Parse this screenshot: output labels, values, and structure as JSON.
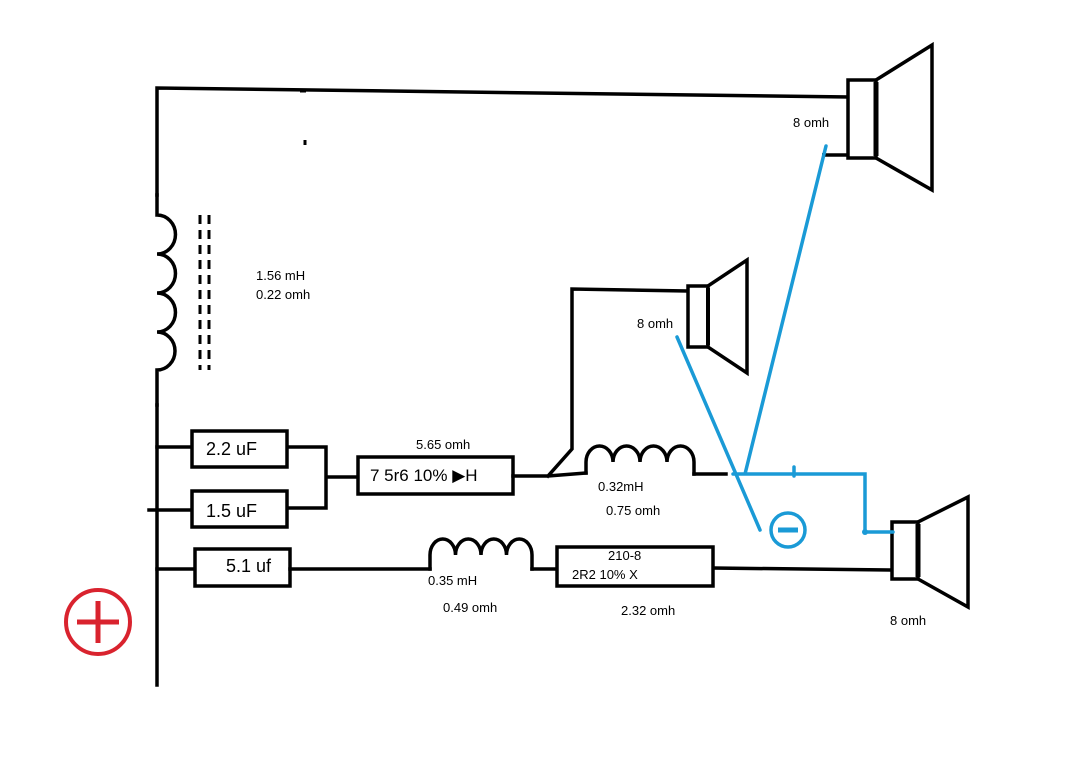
{
  "woofer_inductor": {
    "inductance": "1.56 mH",
    "resistance": "0.22 omh"
  },
  "cap_a": "2.2 uF",
  "cap_b": "1.5 uF",
  "cap_c": "5.1 uf",
  "resistor_mid": {
    "label": "7   5r6 10% ▶H",
    "value": "5.65 omh"
  },
  "inductor_mid": {
    "inductance": "0.32mH",
    "resistance": "0.75 omh"
  },
  "inductor_low": {
    "inductance": "0.35 mH",
    "resistance": "0.49 omh"
  },
  "resistor_low": {
    "code": "210-8",
    "label": "2R2 10% X",
    "value": "2.32 omh"
  },
  "speaker_top": {
    "impedance": "8 omh"
  },
  "speaker_mid": {
    "impedance": "8 omh"
  },
  "speaker_low": {
    "impedance": "8 omh"
  },
  "terminals": {
    "positive": "+",
    "negative": "−"
  },
  "colors": {
    "wire": "#000000",
    "negative_wire": "#1a9ad6",
    "positive_terminal": "#d9232e",
    "negative_terminal": "#1a9ad6"
  }
}
